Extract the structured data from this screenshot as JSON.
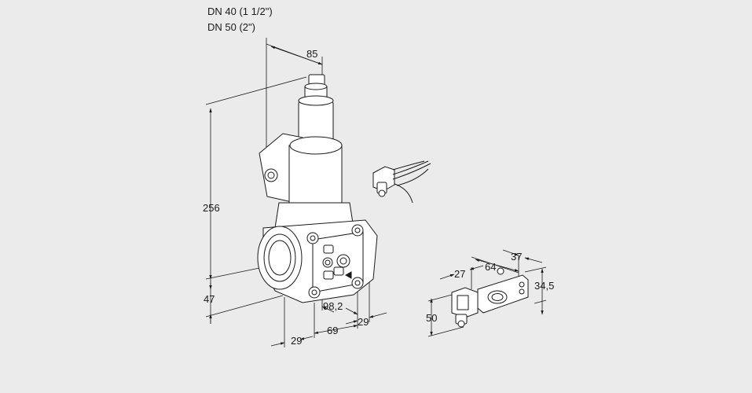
{
  "titles": {
    "line1": "DN 40 (1 1/2\")",
    "line2": "DN 50 (2\")"
  },
  "dimensions": {
    "d85": "85",
    "d256": "256",
    "d47": "47",
    "d98_2": "98,2",
    "d29_right": "29",
    "d69": "69",
    "d29_bottom": "29",
    "d27": "27",
    "d64": "64",
    "d37": "37",
    "d34_5": "34,5",
    "d50": "50"
  },
  "colors": {
    "background": "#ebebeb",
    "line": "#1a1a1a",
    "fill": "#ffffff"
  }
}
